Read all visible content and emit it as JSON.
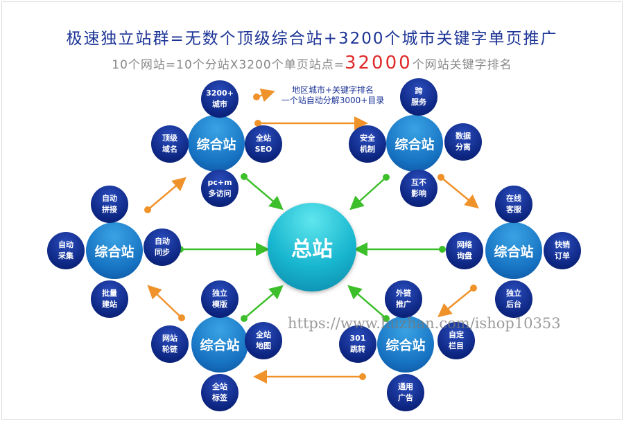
{
  "title": "极速独立站群=无数个顶级综合站+3200个城市关键字单页推广",
  "subtitle": {
    "prefix": "10个网站=10个分站X3200个单页站点=",
    "highlight": "32000",
    "suffix": "个网站关键字排名"
  },
  "note": {
    "line1": "地区城市+关键字排名",
    "line2": "一个站自动分解3000+目录"
  },
  "hub": "总站",
  "site_label": "综合站",
  "nodes": {
    "n1": "3200+\n城市",
    "n2": "顶级\n域名",
    "n3": "全站\nSEO",
    "n4": "pc+m\n多访问",
    "n5": "跨\n服务",
    "n6": "安全\n机制",
    "n7": "数据\n分离",
    "n8": "互不\n影响",
    "n9": "自动\n拼接",
    "n10": "自动\n采集",
    "n11": "自动\n同步",
    "n12": "批量\n建站",
    "n13": "在线\n客服",
    "n14": "网络\n询盘",
    "n15": "快销\n订单",
    "n16": "独立\n后台",
    "n17": "独立\n模版",
    "n18": "网站\n轮链",
    "n19": "全站\n地图",
    "n20": "全站\n标签",
    "n21": "外链\n推广",
    "n22": "301\n跳转",
    "n23": "自定\n栏目",
    "n24": "通用\n广告"
  },
  "watermark": "https://www.huzhan.com/ishop10353",
  "colors": {
    "orange": "#f0922a",
    "green": "#3cbf2a",
    "title": "#1d3596",
    "highlight": "#e02a2a"
  }
}
